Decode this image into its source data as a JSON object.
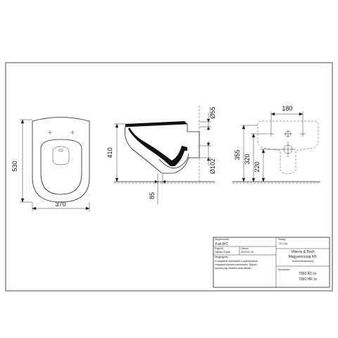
{
  "front_view": {
    "height": "530",
    "width": "370"
  },
  "side_view": {
    "height": "410",
    "seat_offset": "85",
    "outlet_diameter": "Ø102",
    "inlet_diameter": "Ø55"
  },
  "wall_view": {
    "bolt_spacing": "180",
    "total_height": "355",
    "bolt_height": "320",
    "outlet_height": "220"
  },
  "title_block": {
    "name_label": "Megnevezés",
    "name_value": "Fali-WC",
    "weight_label": "Tömeg",
    "weight_value": "20,3 kg",
    "drawn_label": "Rajzolo",
    "drawn_value": "Takács Árpád",
    "date_label": "Dátum",
    "date_value": "2015.01.16",
    "notes_label": "Megjegyzés",
    "notes_text": [
      "A megadott méretektől a szabványban",
      "megadott tűrések értelmében. Rajzok",
      "szerzői jogi védelem alatt állnak!"
    ],
    "company_1": "Villeroy & Boch",
    "company_2": "Magyarország Kft.",
    "company_3": "Hódmezővásárhely",
    "type_label": "Típusszám",
    "type_1": "7060 R0 xx",
    "type_2": "7060 HR xx"
  }
}
